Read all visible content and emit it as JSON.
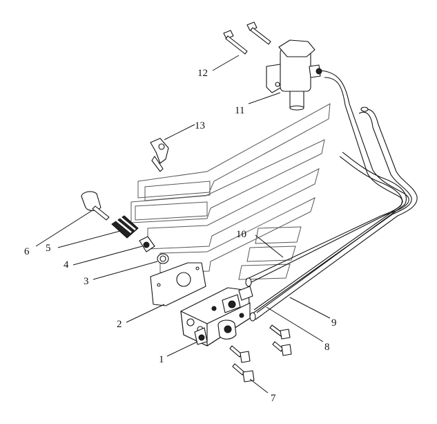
{
  "diagram": {
    "callouts": [
      {
        "id": "1",
        "label": "1"
      },
      {
        "id": "2",
        "label": "2"
      },
      {
        "id": "3",
        "label": "3"
      },
      {
        "id": "4",
        "label": "4"
      },
      {
        "id": "5",
        "label": "5"
      },
      {
        "id": "6",
        "label": "6"
      },
      {
        "id": "7",
        "label": "7"
      },
      {
        "id": "8",
        "label": "8"
      },
      {
        "id": "9",
        "label": "9"
      },
      {
        "id": "10",
        "label": "10"
      },
      {
        "id": "11",
        "label": "11"
      },
      {
        "id": "12",
        "label": "12"
      },
      {
        "id": "13",
        "label": "13"
      }
    ],
    "colors": {
      "line": "#111111",
      "background": "#ffffff",
      "watermark": "#555555"
    }
  }
}
